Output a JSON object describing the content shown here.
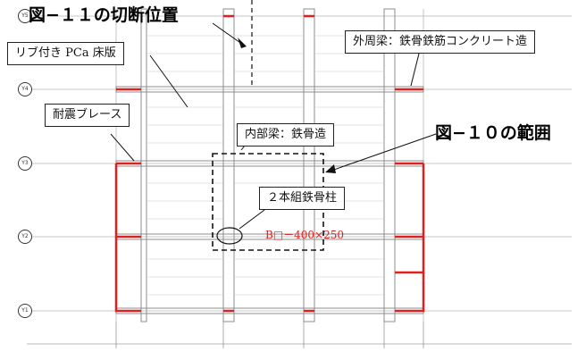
{
  "labels": {
    "section_cut": "図−１１の切断位置",
    "range_10": "図−１０の範囲",
    "slab": "リブ付き PCa 床版",
    "outer_beam": "外周梁：鉄骨鉄筋コンクリート造",
    "brace": "耐震ブレース",
    "inner_beam": "内部梁：鉄骨造",
    "column": "２本組鉄骨柱",
    "column_size": "B□－400×250"
  },
  "axes": [
    "Y5",
    "Y4",
    "Y3",
    "Y2",
    "Y1"
  ],
  "colors": {
    "red": "#e02020",
    "grid": "#9a9a9a",
    "text": "#111111"
  }
}
